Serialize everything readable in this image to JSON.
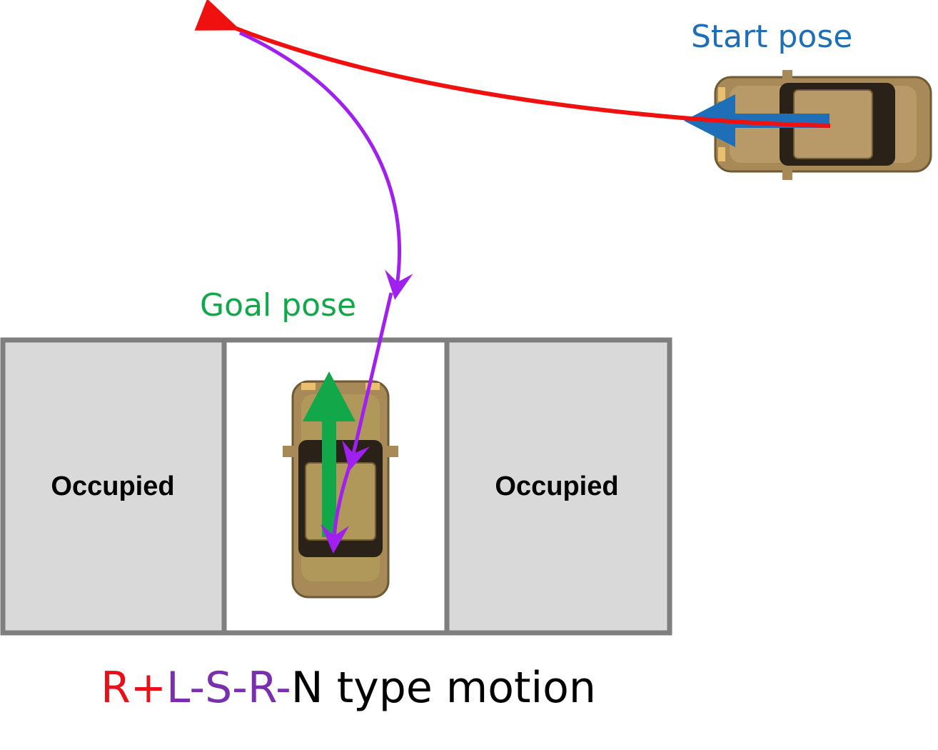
{
  "labels": {
    "start_pose": "Start pose",
    "goal_pose": "Goal pose"
  },
  "slots": [
    {
      "label": "Occupied",
      "state": "occupied"
    },
    {
      "label": "",
      "state": "free"
    },
    {
      "label": "Occupied",
      "state": "occupied"
    }
  ],
  "caption": {
    "parts": [
      {
        "text": "R+",
        "color": "#e8111a"
      },
      {
        "text": "L-",
        "color": "#7a2fae"
      },
      {
        "text": "S-",
        "color": "#7a2fae"
      },
      {
        "text": "R-",
        "color": "#7a2fae"
      },
      {
        "text": "N type motion",
        "color": "#000000"
      }
    ]
  },
  "colors": {
    "start": "#1f6fb8",
    "goal": "#12a84a",
    "forward_path": "#f01010",
    "reverse_path": "#a020f0",
    "slot_occupied": "#d9d9d9",
    "slot_border": "#7f7f7f",
    "car_body": "#a88a58"
  },
  "icons": [
    "car-icon",
    "start-direction-arrow-icon",
    "goal-direction-arrow-icon"
  ]
}
